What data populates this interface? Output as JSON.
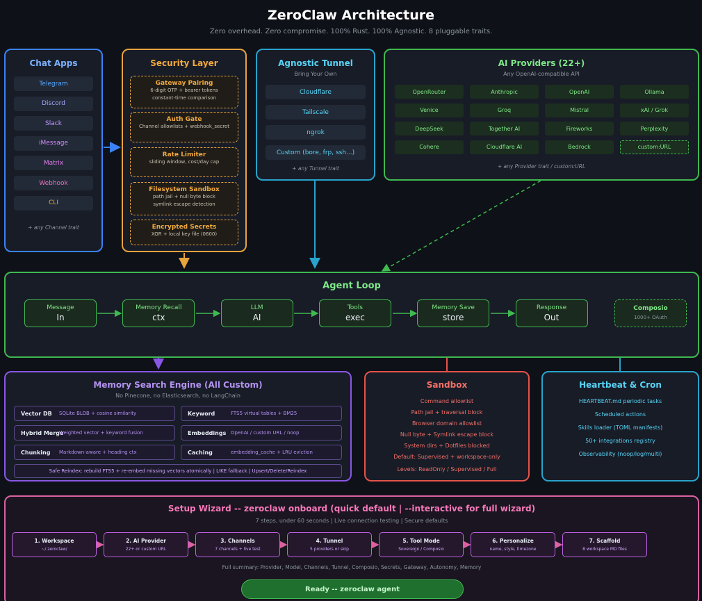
{
  "header": {
    "title": "ZeroClaw Architecture",
    "subtitle": "Zero overhead. Zero compromise. 100% Rust. 100% Agnostic. 8 pluggable traits."
  },
  "chat_apps": {
    "title": "Chat Apps",
    "items": [
      {
        "label": "Telegram",
        "color": "#58a6ff"
      },
      {
        "label": "Discord",
        "color": "#a5a8ff"
      },
      {
        "label": "Slack",
        "color": "#c297ff"
      },
      {
        "label": "iMessage",
        "color": "#d58cff"
      },
      {
        "label": "Matrix",
        "color": "#e77ff0"
      },
      {
        "label": "Webhook",
        "color": "#ef6fc3"
      },
      {
        "label": "CLI",
        "color": "#f0a93e"
      }
    ],
    "note": "+ any Channel trait"
  },
  "security": {
    "title": "Security Layer",
    "items": [
      {
        "title": "Gateway Pairing",
        "lines": [
          "6-digit OTP + bearer tokens",
          "constant-time comparison"
        ]
      },
      {
        "title": "Auth Gate",
        "lines": [
          "Channel allowlists + webhook_secret"
        ]
      },
      {
        "title": "Rate Limiter",
        "lines": [
          "sliding window, cost/day cap"
        ]
      },
      {
        "title": "Filesystem Sandbox",
        "lines": [
          "path jail + null byte block",
          "symlink escape detection"
        ]
      },
      {
        "title": "Encrypted Secrets",
        "lines": [
          "XOR + local key file (0600)"
        ]
      }
    ]
  },
  "tunnel": {
    "title": "Agnostic Tunnel",
    "subtitle": "Bring Your Own",
    "items": [
      "Cloudflare",
      "Tailscale",
      "ngrok",
      "Custom (bore, frp, ssh...)"
    ],
    "note": "+ any Tunnel trait"
  },
  "providers": {
    "title": "AI Providers (22+)",
    "subtitle": "Any OpenAI-compatible API",
    "items": [
      "OpenRouter",
      "Anthropic",
      "OpenAI",
      "Ollama",
      "Venice",
      "Groq",
      "Mistral",
      "xAI / Grok",
      "DeepSeek",
      "Together AI",
      "Fireworks",
      "Perplexity",
      "Cohere",
      "Cloudflare AI",
      "Bedrock",
      "custom:URL"
    ],
    "note": "+ any Provider trait / custom:URL"
  },
  "agent_loop": {
    "title": "Agent Loop",
    "stages": [
      {
        "title": "Message",
        "value": "In"
      },
      {
        "title": "Memory Recall",
        "value": "ctx"
      },
      {
        "title": "LLM",
        "value": "AI"
      },
      {
        "title": "Tools",
        "value": "exec"
      },
      {
        "title": "Memory Save",
        "value": "store"
      },
      {
        "title": "Response",
        "value": "Out"
      }
    ],
    "composio": {
      "title": "Composio",
      "desc": "1000+ OAuth"
    }
  },
  "memory": {
    "title": "Memory Search Engine (All Custom)",
    "subtitle": "No Pinecone, no Elasticsearch, no LangChain",
    "cells": [
      {
        "key": "Vector DB",
        "val": "SQLite BLOB + cosine similarity"
      },
      {
        "key": "Keyword",
        "val": "FTS5 virtual tables + BM25"
      },
      {
        "key": "Hybrid Merge",
        "val": "Weighted vector + keyword fusion"
      },
      {
        "key": "Embeddings",
        "val": "OpenAI / custom URL / noop"
      },
      {
        "key": "Chunking",
        "val": "Markdown-aware + heading ctx"
      },
      {
        "key": "Caching",
        "val": "embedding_cache + LRU eviction"
      }
    ],
    "footer": "Safe Reindex: rebuild FTS5 + re-embed missing vectors atomically | LIKE fallback | Upsert/Delete/Reindex"
  },
  "sandbox": {
    "title": "Sandbox",
    "lines": [
      "Command allowlist",
      "Path jail + traversal block",
      "Browser domain allowlist",
      "Null byte + Symlink escape block",
      "System dirs + Dotfiles blocked",
      "Default: Supervised + workspace-only",
      "Levels: ReadOnly / Supervised / Full"
    ]
  },
  "heartbeat": {
    "title": "Heartbeat & Cron",
    "lines": [
      "HEARTBEAT.md periodic tasks",
      "Scheduled actions",
      "Skills loader (TOML manifests)",
      "50+ integrations registry",
      "Observability (noop/log/multi)"
    ]
  },
  "wizard": {
    "title": "Setup Wizard -- zeroclaw onboard (quick default | --interactive for full wizard)",
    "subtitle": "7 steps, under 60 seconds | Live connection testing | Secure defaults",
    "steps": [
      {
        "title": "1. Workspace",
        "desc": "~/.zeroclaw/"
      },
      {
        "title": "2. AI Provider",
        "desc": "22+ or custom URL"
      },
      {
        "title": "3. Channels",
        "desc": "7 channels + live test"
      },
      {
        "title": "4. Tunnel",
        "desc": "5 providers or skip"
      },
      {
        "title": "5. Tool Mode",
        "desc": "Sovereign / Composio"
      },
      {
        "title": "6. Personalize",
        "desc": "name, style, timezone"
      },
      {
        "title": "7. Scaffold",
        "desc": "8 workspace MD files"
      }
    ],
    "summary": "Full summary: Provider, Model, Channels, Tunnel, Composio, Secrets, Gateway, Autonomy, Memory",
    "ready": "Ready -- zeroclaw agent"
  },
  "colors": {
    "chat": "#3b82f6",
    "security": "#e8a33d",
    "tunnel": "#29a3cc",
    "providers": "#3fb950",
    "memory": "#8957e5",
    "sandbox": "#e5534b",
    "heartbeat": "#29a3cc",
    "wizard": "#db61a2"
  }
}
